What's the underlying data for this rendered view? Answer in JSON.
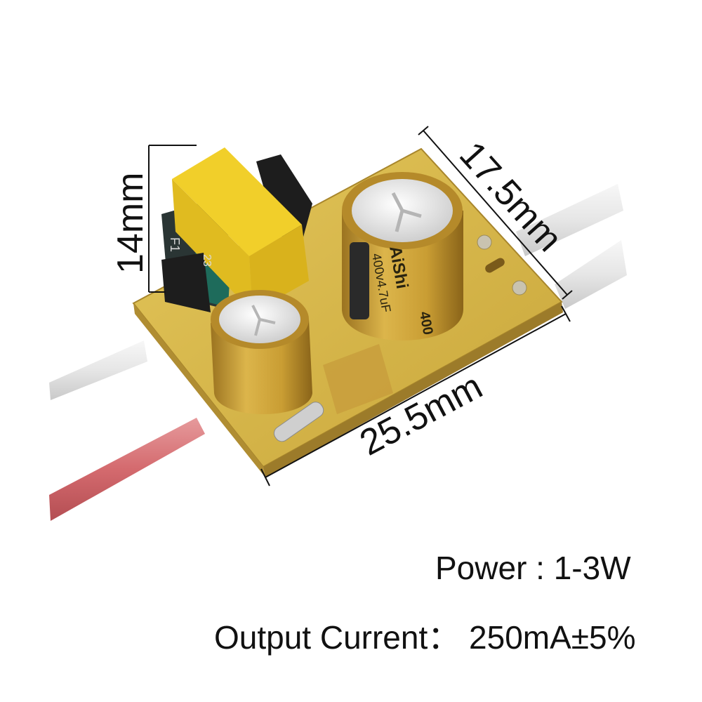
{
  "dimensions": {
    "height": "14mm",
    "width": "17.5mm",
    "length": "25.5mm"
  },
  "capacitor_markings": {
    "brand": "AiShi",
    "rating": "400v4.7uF",
    "rating_partial": "400"
  },
  "transformer_markings": {
    "code": "F1",
    "number": "23"
  },
  "specs": {
    "power": "Power : 1-3W",
    "output_current": "Output Current：  250mA±5%"
  },
  "colors": {
    "board": "#d9b84a",
    "capacitor": "#c9a13c",
    "transformer": "#e7c21f",
    "red_wire": "#d46a6e",
    "white_wire": "#e9e9e9"
  }
}
